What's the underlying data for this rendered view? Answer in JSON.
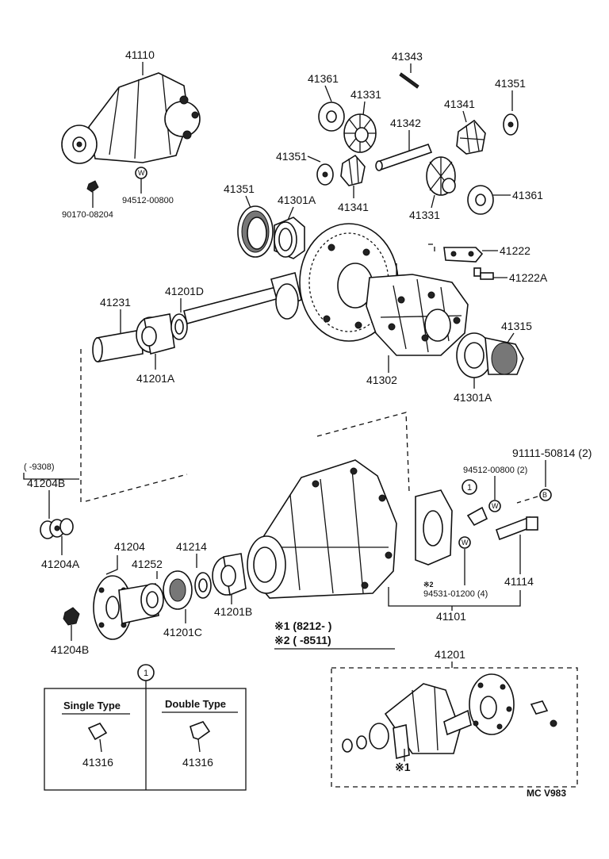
{
  "labels": {
    "p41110": "41110",
    "p94512_00800": "94512-00800",
    "p90170_08204": "90170-08204",
    "p41343": "41343",
    "p41361_top": "41361",
    "p41331_top": "41331",
    "p41342": "41342",
    "p41341_right": "41341",
    "p41351_right": "41351",
    "p41351_mid": "41351",
    "p41341_left": "41341",
    "p41351_left": "41351",
    "p41301A_top": "41301A",
    "p41331_bot": "41331",
    "p41361_right": "41361",
    "p41222": "41222",
    "p41222A": "41222A",
    "p41231": "41231",
    "p41201D": "41201D",
    "p41315": "41315",
    "p41201A": "41201A",
    "p41302": "41302",
    "p41301A_bot": "41301A",
    "p9308": "(     -9308)",
    "p41204B_top": "41204B",
    "p41204A": "41204A",
    "p91111": "91111-50814 (2)",
    "p94512_2": "94512-00800 (2)",
    "circle1": "1",
    "p41204": "41204",
    "p41214": "41214",
    "p41252": "41252",
    "p41201B": "41201B",
    "p41201C": "41201C",
    "p41204B_bot": "41204B",
    "p41114": "41114",
    "star2_small": "※2",
    "p94531": "94531-01200 (4)",
    "p41101": "41101",
    "note1": "※1  (8212-          )",
    "note2": "※2  (         -8511)",
    "p41201": "41201",
    "star1_label": "※1",
    "circle1_box": "1",
    "single_type": "Single Type",
    "double_type": "Double Type",
    "p41316_single": "41316",
    "p41316_double": "41316",
    "footer": "MC  V983",
    "w_mark": "W",
    "b_mark": "B"
  }
}
